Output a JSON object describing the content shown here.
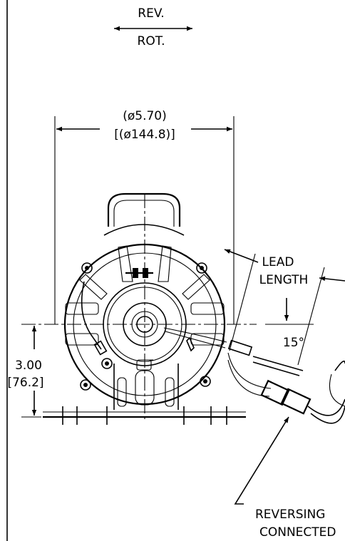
{
  "rotation": {
    "top": "REV.",
    "bottom": "ROT."
  },
  "diameter": {
    "inches": "(ø5.70)",
    "mm": "[(ø144.8)]"
  },
  "lead": {
    "line1": "LEAD",
    "line2": "LENGTH",
    "angle": "15°"
  },
  "height": {
    "inches": "3.00",
    "mm": "[76.2]"
  },
  "connector": {
    "line1": "REVERSING",
    "line2": "CONNECTED"
  }
}
